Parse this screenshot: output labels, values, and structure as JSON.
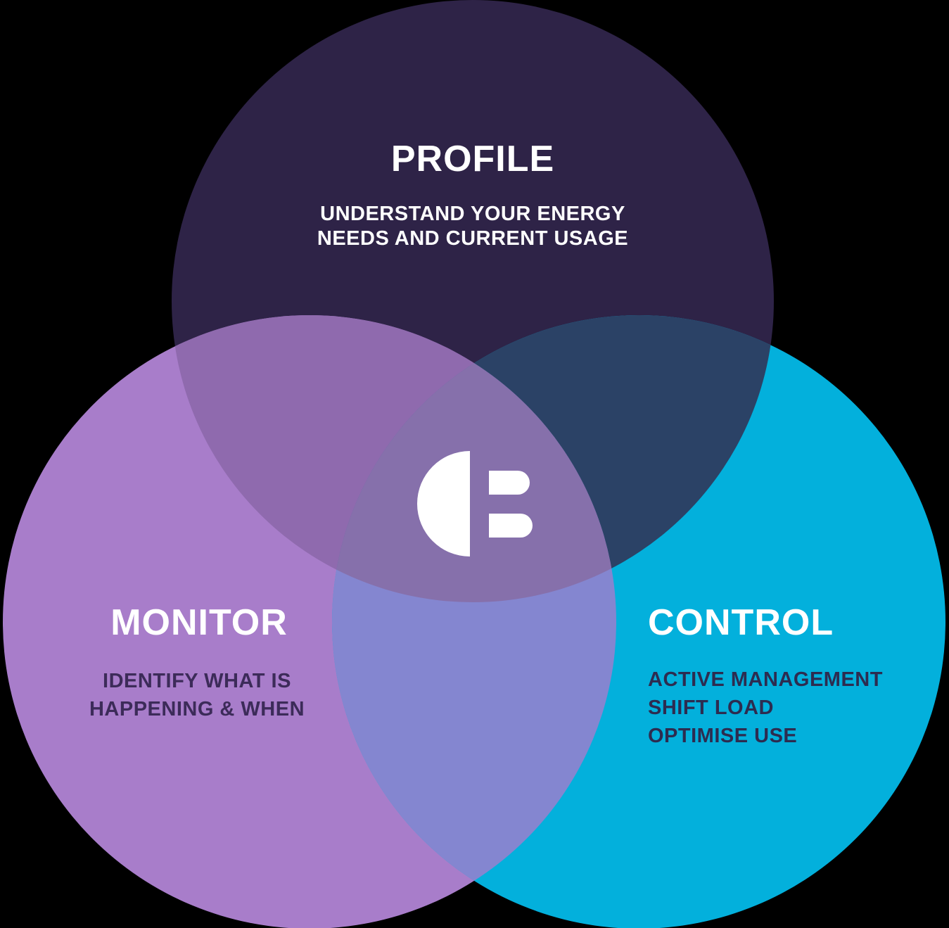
{
  "diagram": {
    "type": "venn",
    "background_color": "#000000",
    "colors": {
      "profile_circle": "#2e2347",
      "monitor_circle": "#a87dca",
      "control_circle": "#03b0dc",
      "profile_monitor_overlap": "#8f6aae",
      "profile_control_overlap": "#2b4266",
      "monitor_control_overlap": "#8486d0",
      "center_overlap": "#8670ab",
      "logo": "#ffffff",
      "title_text": "#ffffff",
      "profile_desc_text": "#ffffff",
      "monitor_desc_text": "#3c2b59",
      "control_desc_text": "#2d2c50"
    },
    "sections": {
      "profile": {
        "title": "PROFILE",
        "lines": [
          "UNDERSTAND YOUR ENERGY",
          "NEEDS AND CURRENT USAGE"
        ]
      },
      "monitor": {
        "title": "MONITOR",
        "lines": [
          "IDENTIFY WHAT IS",
          "HAPPENING & WHEN"
        ]
      },
      "control": {
        "title": "CONTROL",
        "lines": [
          "ACTIVE MANAGEMENT",
          "SHIFT LOAD",
          "OPTIMISE USE"
        ]
      }
    },
    "logo": "plug-cb-logo"
  }
}
